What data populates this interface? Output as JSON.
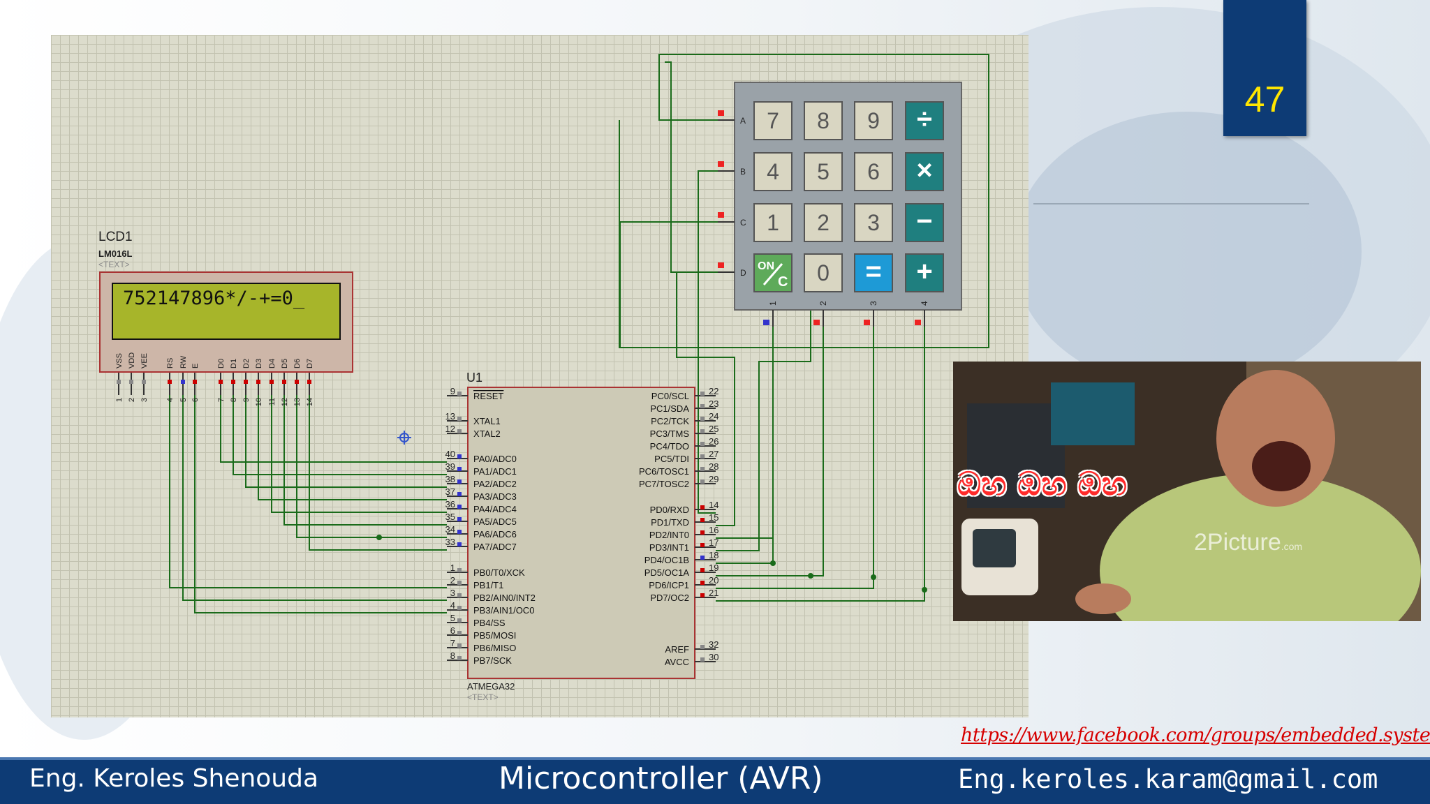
{
  "slide": {
    "number": "47",
    "link": "https://www.facebook.com/groups/embedded.system.KS/",
    "footer": {
      "author": "Eng. Keroles Shenouda",
      "course": "Microcontroller (AVR)",
      "email": "Eng.keroles.karam@gmail.com"
    }
  },
  "lcd": {
    "ref": "LCD1",
    "model": "LM016L",
    "text_tag": "<TEXT>",
    "display": "752147896*/-+=0_",
    "pins": [
      {
        "name": "VSS",
        "num": "1"
      },
      {
        "name": "VDD",
        "num": "2"
      },
      {
        "name": "VEE",
        "num": "3"
      },
      {
        "name": "RS",
        "num": "4"
      },
      {
        "name": "RW",
        "num": "5"
      },
      {
        "name": "E",
        "num": "6"
      },
      {
        "name": "D0",
        "num": "7"
      },
      {
        "name": "D1",
        "num": "8"
      },
      {
        "name": "D2",
        "num": "9"
      },
      {
        "name": "D3",
        "num": "10"
      },
      {
        "name": "D4",
        "num": "11"
      },
      {
        "name": "D5",
        "num": "12"
      },
      {
        "name": "D6",
        "num": "13"
      },
      {
        "name": "D7",
        "num": "14"
      }
    ]
  },
  "mcu": {
    "ref": "U1",
    "part": "ATMEGA32",
    "text_tag": "<TEXT>",
    "left_pins": [
      {
        "num": "9",
        "name": "RESET"
      },
      {
        "num": "13",
        "name": "XTAL1"
      },
      {
        "num": "12",
        "name": "XTAL2"
      },
      {
        "num": "40",
        "name": "PA0/ADC0"
      },
      {
        "num": "39",
        "name": "PA1/ADC1"
      },
      {
        "num": "38",
        "name": "PA2/ADC2"
      },
      {
        "num": "37",
        "name": "PA3/ADC3"
      },
      {
        "num": "36",
        "name": "PA4/ADC4"
      },
      {
        "num": "35",
        "name": "PA5/ADC5"
      },
      {
        "num": "34",
        "name": "PA6/ADC6"
      },
      {
        "num": "33",
        "name": "PA7/ADC7"
      },
      {
        "num": "1",
        "name": "PB0/T0/XCK"
      },
      {
        "num": "2",
        "name": "PB1/T1"
      },
      {
        "num": "3",
        "name": "PB2/AIN0/INT2"
      },
      {
        "num": "4",
        "name": "PB3/AIN1/OC0"
      },
      {
        "num": "5",
        "name": "PB4/SS"
      },
      {
        "num": "6",
        "name": "PB5/MOSI"
      },
      {
        "num": "7",
        "name": "PB6/MISO"
      },
      {
        "num": "8",
        "name": "PB7/SCK"
      }
    ],
    "right_pins": [
      {
        "num": "22",
        "name": "PC0/SCL"
      },
      {
        "num": "23",
        "name": "PC1/SDA"
      },
      {
        "num": "24",
        "name": "PC2/TCK"
      },
      {
        "num": "25",
        "name": "PC3/TMS"
      },
      {
        "num": "26",
        "name": "PC4/TDO"
      },
      {
        "num": "27",
        "name": "PC5/TDI"
      },
      {
        "num": "28",
        "name": "PC6/TOSC1"
      },
      {
        "num": "29",
        "name": "PC7/TOSC2"
      },
      {
        "num": "14",
        "name": "PD0/RXD"
      },
      {
        "num": "15",
        "name": "PD1/TXD"
      },
      {
        "num": "16",
        "name": "PD2/INT0"
      },
      {
        "num": "17",
        "name": "PD3/INT1"
      },
      {
        "num": "18",
        "name": "PD4/OC1B"
      },
      {
        "num": "19",
        "name": "PD5/OC1A"
      },
      {
        "num": "20",
        "name": "PD6/ICP1"
      },
      {
        "num": "21",
        "name": "PD7/OC2"
      },
      {
        "num": "32",
        "name": "AREF"
      },
      {
        "num": "30",
        "name": "AVCC"
      }
    ]
  },
  "keypad": {
    "rows": [
      "A",
      "B",
      "C",
      "D"
    ],
    "cols": [
      "1",
      "2",
      "3",
      "4"
    ],
    "keys": [
      [
        "7",
        "8",
        "9",
        "÷"
      ],
      [
        "4",
        "5",
        "6",
        "×"
      ],
      [
        "1",
        "2",
        "3",
        "−"
      ],
      [
        "ON/C",
        "0",
        "=",
        "+"
      ]
    ],
    "colors": {
      "digit": "#d9d6c2",
      "op": "#1f7f7f",
      "equals": "#1e9ad6",
      "on": "#5eaa5a"
    }
  },
  "photo": {
    "overlay_text": "ඔහ ඔහ ඔහ",
    "watermark": "2Picture",
    "watermark_suffix": ".com"
  }
}
